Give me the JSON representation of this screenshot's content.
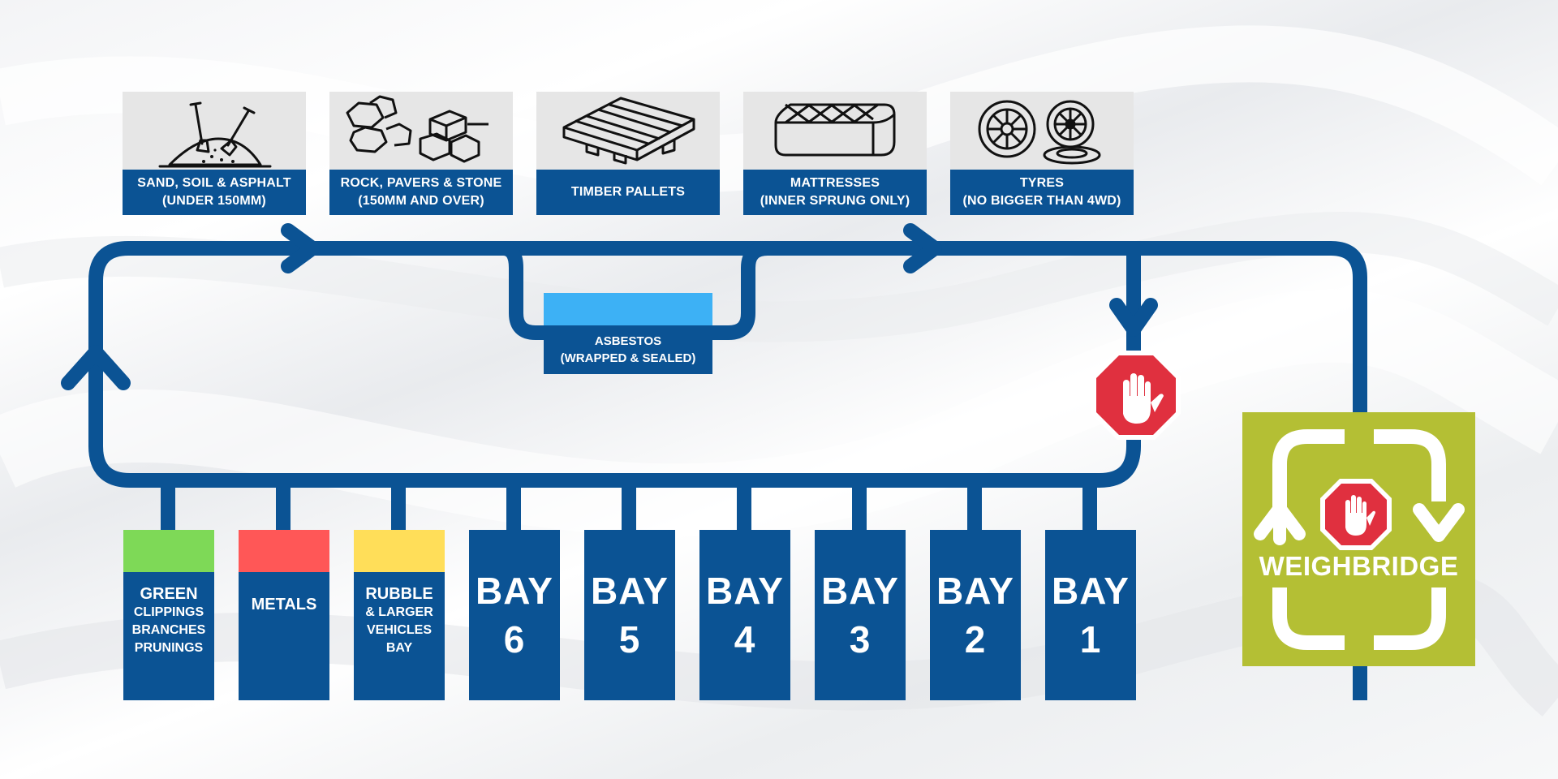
{
  "materials": [
    {
      "line1": "SAND, SOIL & ASPHALT",
      "line2": "(UNDER 150MM)",
      "icon": "sand-shovel-icon"
    },
    {
      "line1": "ROCK, PAVERS & STONE",
      "line2": "(150MM AND OVER)",
      "icon": "rock-pavers-icon"
    },
    {
      "line1": "TIMBER PALLETS",
      "line2": "",
      "icon": "pallet-icon"
    },
    {
      "line1": "MATTRESSES",
      "line2": "(INNER SPRUNG ONLY)",
      "icon": "mattress-icon"
    },
    {
      "line1": "TYRES",
      "line2": "(NO BIGGER THAN 4WD)",
      "icon": "tyres-icon"
    }
  ],
  "asbestos": {
    "line1": "ASBESTOS",
    "line2": "(WRAPPED & SEALED)",
    "color": "#3db1f5"
  },
  "bins": [
    {
      "title": "GREEN",
      "lines": [
        "CLIPPINGS",
        "BRANCHES",
        "PRUNINGS"
      ],
      "color": "#7ed957"
    },
    {
      "title": "METALS",
      "lines": [],
      "color": "#ff5757"
    },
    {
      "title": "RUBBLE",
      "lines": [
        "& LARGER",
        "VEHICLES",
        "BAY"
      ],
      "color": "#ffde59"
    }
  ],
  "bays": [
    {
      "word": "BAY",
      "num": "6"
    },
    {
      "word": "BAY",
      "num": "5"
    },
    {
      "word": "BAY",
      "num": "4"
    },
    {
      "word": "BAY",
      "num": "3"
    },
    {
      "word": "BAY",
      "num": "2"
    },
    {
      "word": "BAY",
      "num": "1"
    }
  ],
  "weighbridge": {
    "label": "WEIGHBRIDGE",
    "color": "#b4bf34"
  },
  "colors": {
    "route": "#0b5394",
    "stop": "#e0303f"
  }
}
